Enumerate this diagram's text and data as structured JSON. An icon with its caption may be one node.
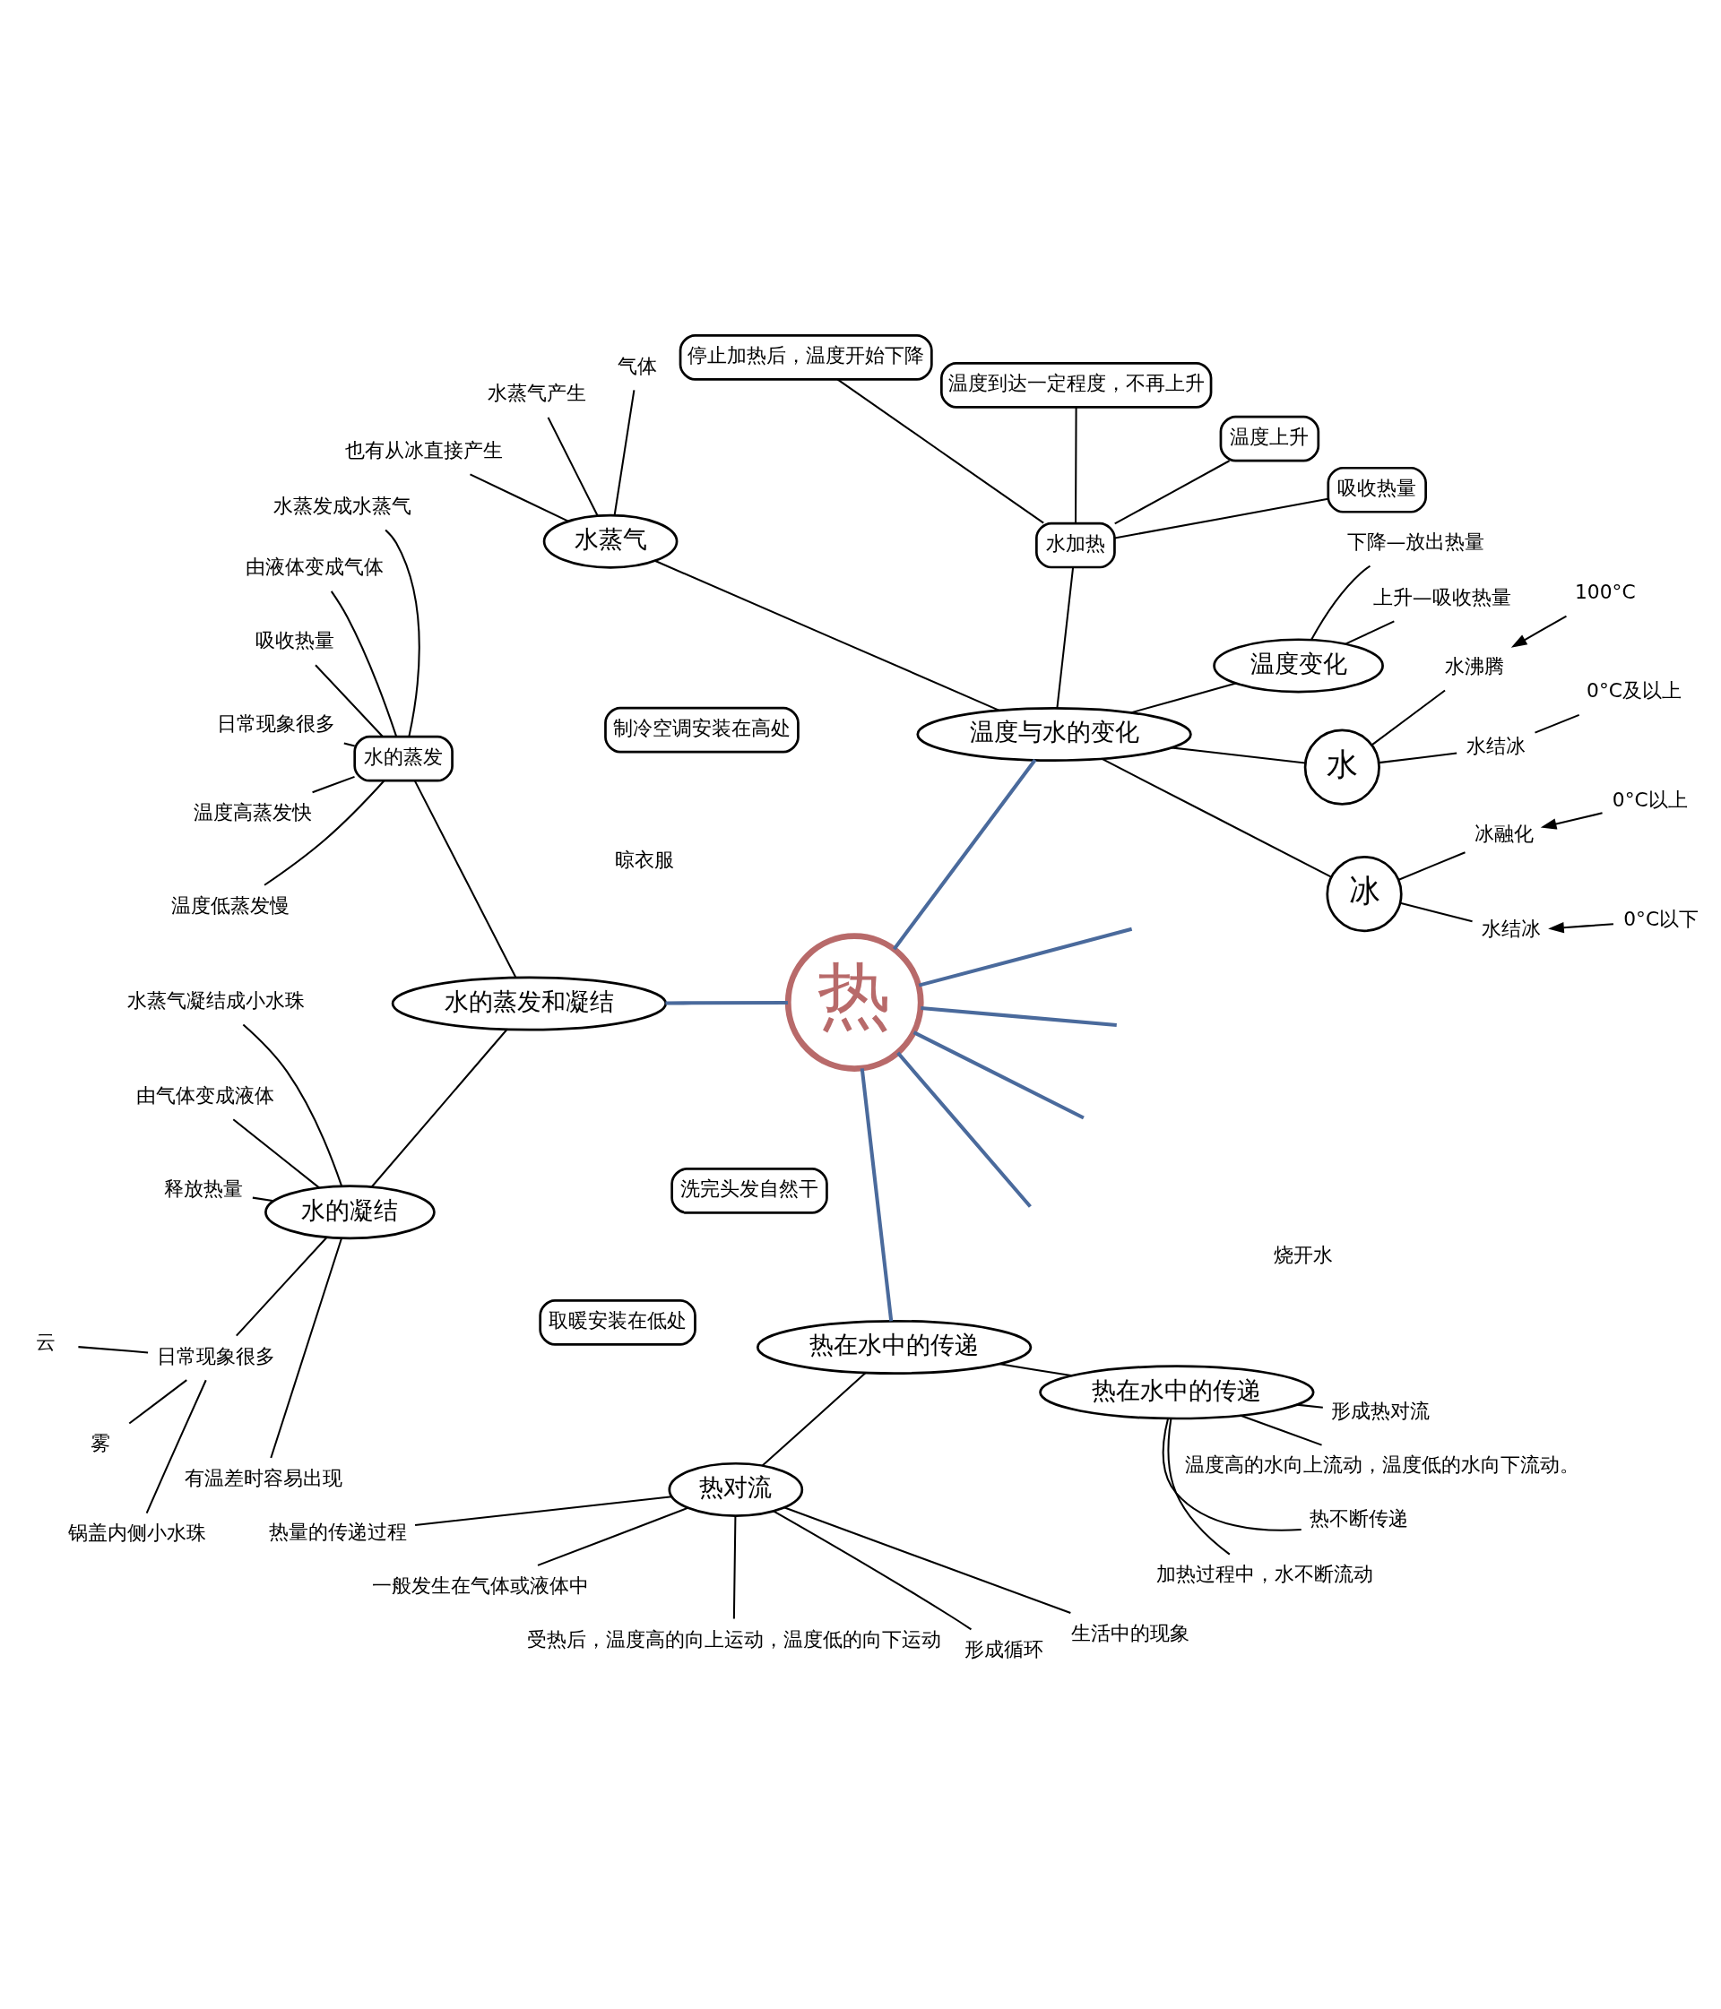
{
  "diagram": {
    "nodes": [
      {
        "text": [
          "热"
        ]
      },
      {
        "text": [
          "温度与水的变化"
        ]
      },
      {
        "text": [
          "冰"
        ]
      },
      {
        "text": [
          "0°C以下"
        ]
      },
      {
        "text": [
          "水结冰"
        ]
      },
      {
        "text": [
          "0°C以上"
        ]
      },
      {
        "text": [
          "冰融化"
        ]
      },
      {
        "text": [
          "水"
        ]
      },
      {
        "text": [
          "0°C及以上"
        ]
      },
      {
        "text": [
          "水结冰"
        ]
      },
      {
        "text": [
          "100°C"
        ]
      },
      {
        "text": [
          "水沸腾"
        ]
      },
      {
        "text": [
          "温度变化"
        ]
      },
      {
        "text": [
          "上升—吸收热量"
        ]
      },
      {
        "text": [
          "下降—放出热量"
        ]
      },
      {
        "text": [
          "水加热"
        ]
      },
      {
        "text": [
          "吸收热量"
        ]
      },
      {
        "text": [
          "温度上升"
        ]
      },
      {
        "text": [
          "温度到达一定程度，不再上升"
        ]
      },
      {
        "text": [
          "停止加热后，温度开始下降"
        ]
      },
      {
        "text": [
          "水蒸气"
        ]
      },
      {
        "text": [
          "气体"
        ]
      },
      {
        "text": [
          "水蒸气产生"
        ]
      },
      {
        "text": [
          "也有从冰直接产生"
        ]
      },
      {
        "text": [
          "水的蒸发和凝结"
        ]
      },
      {
        "text": [
          "水的蒸发"
        ]
      },
      {
        "text": [
          "水蒸发成水蒸气"
        ]
      },
      {
        "text": [
          "由液体变成气体"
        ]
      },
      {
        "text": [
          "吸收热量"
        ]
      },
      {
        "text": [
          "日常现象很多"
        ]
      },
      {
        "text": [
          "洗完头发自然干"
        ]
      },
      {
        "text": [
          "温度高蒸发快"
        ]
      },
      {
        "text": [
          "温度低蒸发慢"
        ]
      },
      {
        "text": [
          "水的凝结"
        ]
      },
      {
        "text": [
          "水蒸气凝结成小水珠"
        ]
      },
      {
        "text": [
          "由气体变成液体"
        ]
      },
      {
        "text": [
          "释放热量"
        ]
      },
      {
        "text": [
          "日常现象很多"
        ]
      },
      {
        "text": [
          "云"
        ]
      },
      {
        "text": [
          "雾"
        ]
      },
      {
        "text": [
          "锅盖内侧小水珠"
        ]
      },
      {
        "text": [
          "有温差时容易出现"
        ]
      },
      {
        "text": [
          "热在水中的传递"
        ]
      },
      {
        "text": [
          "热对流"
        ]
      },
      {
        "text": [
          "热量的传递过程"
        ]
      },
      {
        "text": [
          "一般发生在气体或液体中"
        ]
      },
      {
        "text": [
          "受热后，温度高的向上运动，温度低的向下运动"
        ]
      },
      {
        "text": [
          "形成循环"
        ]
      },
      {
        "text": [
          "生活中的现象"
        ]
      },
      {
        "text": [
          "取暖安装在低处"
        ]
      },
      {
        "text": [
          "制冷空调安装在高处"
        ]
      },
      {
        "text": [
          "热在水中的传递"
        ]
      },
      {
        "text": [
          "加热过程中，水不断流动"
        ]
      },
      {
        "text": [
          "热不断传递"
        ]
      },
      {
        "text": [
          "温度高的水向上流动，温度低的水向下流动。"
        ]
      },
      {
        "text": [
          "形成热对流"
        ]
      }
    ],
    "edges": [
      {
        "from": 0,
        "to": 1,
        "arrow": "none",
        "color": "#4a6a9c"
      },
      {
        "from": 0,
        "to": null,
        "arrow": "none",
        "color": "#4a6a9c"
      },
      {
        "from": 0,
        "to": null,
        "arrow": "none",
        "color": "#4a6a9c"
      },
      {
        "from": 0,
        "to": null,
        "arrow": "none",
        "color": "#4a6a9c"
      },
      {
        "from": 0,
        "to": null,
        "arrow": "none",
        "color": "#4a6a9c"
      },
      {
        "from": 0,
        "to": 24,
        "arrow": "none",
        "color": "#4a6a9c"
      },
      {
        "from": 0,
        "to": 42,
        "arrow": "none",
        "color": "#4a6a9c"
      },
      {
        "from": 1,
        "to": 2,
        "arrow": "none"
      },
      {
        "from": 2,
        "to": 4,
        "arrow": "none"
      },
      {
        "from": 3,
        "to": 4,
        "arrow": "to"
      },
      {
        "from": 2,
        "to": 6,
        "arrow": "none"
      },
      {
        "from": 5,
        "to": 6,
        "arrow": "to"
      },
      {
        "from": 1,
        "to": 7,
        "arrow": "none"
      },
      {
        "from": 7,
        "to": 9,
        "arrow": "none"
      },
      {
        "from": 8,
        "to": 9,
        "arrow": "none"
      },
      {
        "from": 7,
        "to": 11,
        "arrow": "none"
      },
      {
        "from": 10,
        "to": 11,
        "arrow": "to"
      },
      {
        "from": 1,
        "to": 12,
        "arrow": "none"
      },
      {
        "from": 12,
        "to": 13,
        "arrow": "none"
      },
      {
        "from": 12,
        "to": 14,
        "arrow": "none"
      },
      {
        "from": 1,
        "to": 15,
        "arrow": "none"
      },
      {
        "from": 15,
        "to": 16,
        "arrow": "none"
      },
      {
        "from": 15,
        "to": 17,
        "arrow": "none"
      },
      {
        "from": 15,
        "to": 18,
        "arrow": "none"
      },
      {
        "from": 15,
        "to": 19,
        "arrow": "none"
      },
      {
        "from": 1,
        "to": 20,
        "arrow": "none"
      },
      {
        "from": 20,
        "to": 21,
        "arrow": "none"
      },
      {
        "from": 20,
        "to": 22,
        "arrow": "none"
      },
      {
        "from": 20,
        "to": 23,
        "arrow": "none"
      },
      {
        "from": 24,
        "to": 25,
        "arrow": "none"
      },
      {
        "from": 25,
        "to": 26,
        "arrow": "none"
      },
      {
        "from": 25,
        "to": 27,
        "arrow": "none"
      },
      {
        "from": 25,
        "to": 28,
        "arrow": "none"
      },
      {
        "from": 25,
        "to": 29,
        "arrow": "none"
      },
      {
        "from": 25,
        "to": 31,
        "arrow": "none"
      },
      {
        "from": 25,
        "to": 32,
        "arrow": "none"
      },
      {
        "from": 24,
        "to": 33,
        "arrow": "none"
      },
      {
        "from": 33,
        "to": 34,
        "arrow": "none"
      },
      {
        "from": 33,
        "to": 35,
        "arrow": "none"
      },
      {
        "from": 33,
        "to": 36,
        "arrow": "none"
      },
      {
        "from": 33,
        "to": 37,
        "arrow": "none"
      },
      {
        "from": 37,
        "to": 38,
        "arrow": "none"
      },
      {
        "from": 37,
        "to": 39,
        "arrow": "none"
      },
      {
        "from": 37,
        "to": 40,
        "arrow": "none"
      },
      {
        "from": 33,
        "to": 41,
        "arrow": "none"
      },
      {
        "from": 42,
        "to": 43,
        "arrow": "none"
      },
      {
        "from": 43,
        "to": 44,
        "arrow": "none"
      },
      {
        "from": 43,
        "to": 45,
        "arrow": "none"
      },
      {
        "from": 43,
        "to": 46,
        "arrow": "none"
      },
      {
        "from": 43,
        "to": 47,
        "arrow": "none"
      },
      {
        "from": 43,
        "to": 48,
        "arrow": "none"
      },
      {
        "from": 42,
        "to": 51,
        "arrow": "none"
      },
      {
        "from": 51,
        "to": 52,
        "arrow": "none"
      },
      {
        "from": 51,
        "to": 53,
        "arrow": "none"
      },
      {
        "from": 51,
        "to": 54,
        "arrow": "none"
      },
      {
        "from": 51,
        "to": 55,
        "arrow": "none"
      }
    ],
    "labels": [
      "晾衣服",
      "烧开水"
    ]
  }
}
